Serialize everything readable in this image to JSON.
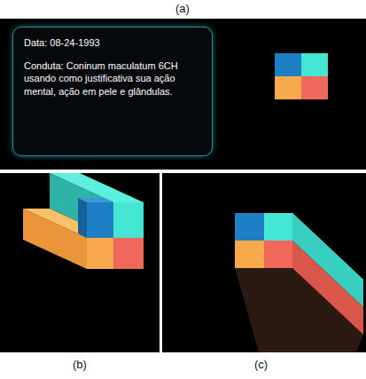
{
  "diagram": {
    "nodes": [
      {
        "text": [
          "Data: 08-24-1993",
          "Conduta: Coninum maculatum 6CH usando como justificativa sua ação mental, ação em pele e glândulas."
        ]
      }
    ],
    "labels": [
      "(a)",
      "(b)",
      "(c)"
    ]
  }
}
